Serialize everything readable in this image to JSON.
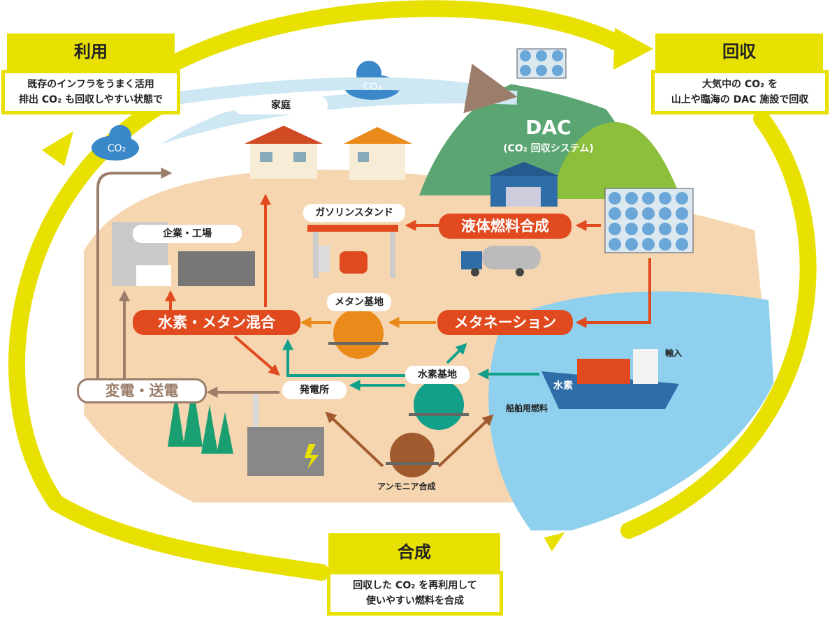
{
  "panels": {
    "riyo": {
      "title": "利用",
      "line1": "既存のインフラをうまく活用",
      "line2": "排出 CO₂ も回収しやすい状態で"
    },
    "kaishu": {
      "title": "回収",
      "line1": "大気中の CO₂ を",
      "line2": "山上や臨海の DAC 施設で回収"
    },
    "gosei": {
      "title": "合成",
      "line1": "回収した CO₂ を再利用して",
      "line2": "使いやすい燃料を合成"
    }
  },
  "dac": {
    "title": "DAC",
    "subtitle": "(CO₂ 回収システム)"
  },
  "clouds": {
    "label": "CO₂"
  },
  "places": {
    "home": "家庭",
    "factory": "企業・工場",
    "gas_station": "ガソリンスタンド",
    "methane_base": "メタン基地",
    "hydrogen_base": "水素基地",
    "power_plant": "発電所",
    "ammonia": "アンモニア合成",
    "import": "輸入",
    "ship_fuel": "船舶用燃料",
    "ship_cargo": "水素"
  },
  "processes": {
    "liquid_fuel": "液体燃料合成",
    "methanation": "メタネーション",
    "h2_methane_mix": "水素・メタン混合",
    "grid": "変電・送電"
  },
  "colors": {
    "yellow": "#e8e000",
    "red": "#e04a1e",
    "orange": "#ea8a1a",
    "teal": "#13a08a",
    "brown": "#9c7d6b",
    "sea": "#8fd0ee",
    "land": "#f5d6b0",
    "hill": "#5aa572"
  }
}
